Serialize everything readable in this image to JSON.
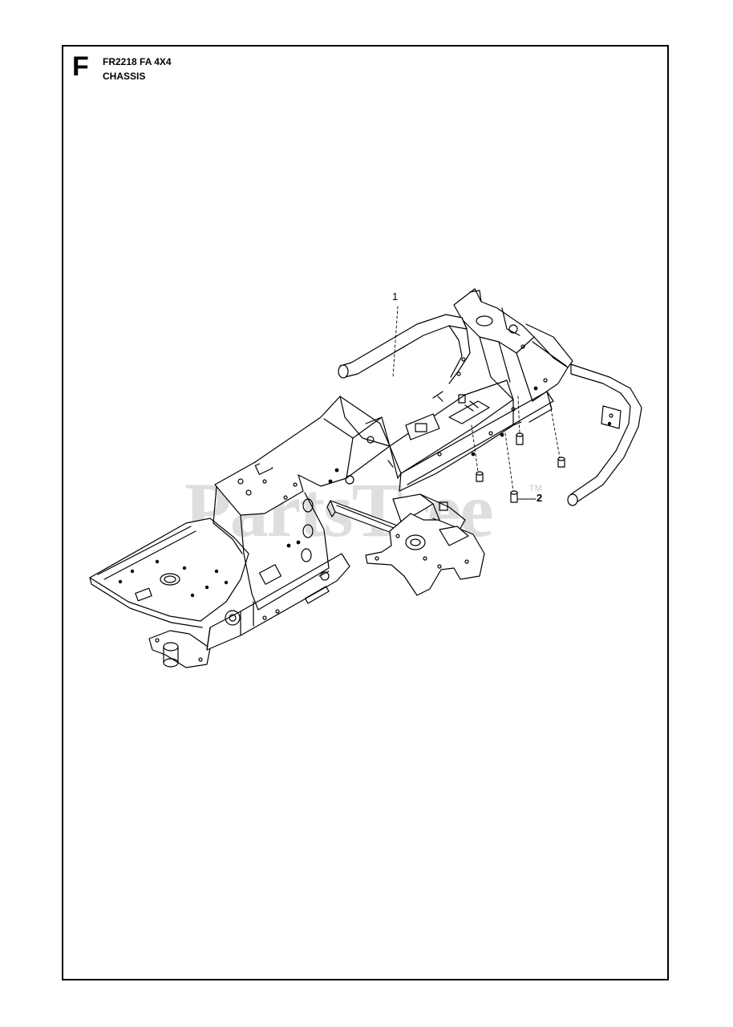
{
  "header": {
    "section_letter": "F",
    "model": "FR2218 FA 4X4",
    "section_name": "CHASSIS"
  },
  "diagram": {
    "callouts": [
      {
        "id": "1",
        "label": "1"
      },
      {
        "id": "2",
        "label": "2"
      }
    ]
  },
  "watermark": {
    "text": "PartsTree",
    "trademark": "TM"
  },
  "colors": {
    "ink": "#000000",
    "watermark": "#d4d4d4",
    "paper": "#ffffff"
  }
}
